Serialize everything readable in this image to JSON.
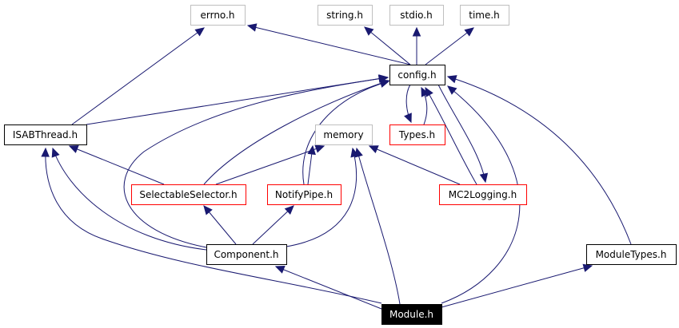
{
  "nodes": [
    {
      "id": "errno",
      "label": "errno.h",
      "style": "ext"
    },
    {
      "id": "string",
      "label": "string.h",
      "style": "ext"
    },
    {
      "id": "stdio",
      "label": "stdio.h",
      "style": "ext"
    },
    {
      "id": "time",
      "label": "time.h",
      "style": "ext"
    },
    {
      "id": "config",
      "label": "config.h",
      "style": "normal"
    },
    {
      "id": "isab",
      "label": "ISABThread.h",
      "style": "normal"
    },
    {
      "id": "memory",
      "label": "memory",
      "style": "ext"
    },
    {
      "id": "types",
      "label": "Types.h",
      "style": "red"
    },
    {
      "id": "selsel",
      "label": "SelectableSelector.h",
      "style": "red"
    },
    {
      "id": "notify",
      "label": "NotifyPipe.h",
      "style": "red"
    },
    {
      "id": "mc2",
      "label": "MC2Logging.h",
      "style": "red"
    },
    {
      "id": "component",
      "label": "Component.h",
      "style": "normal"
    },
    {
      "id": "modtypes",
      "label": "ModuleTypes.h",
      "style": "normal"
    },
    {
      "id": "module",
      "label": "Module.h",
      "style": "root"
    }
  ],
  "edges": [
    {
      "from": "config",
      "to": "errno"
    },
    {
      "from": "config",
      "to": "string"
    },
    {
      "from": "config",
      "to": "stdio"
    },
    {
      "from": "config",
      "to": "time"
    },
    {
      "from": "config",
      "to": "types"
    },
    {
      "from": "config",
      "to": "mc2"
    },
    {
      "from": "isab",
      "to": "errno"
    },
    {
      "from": "isab",
      "to": "config"
    },
    {
      "from": "types",
      "to": "config"
    },
    {
      "from": "mc2",
      "to": "config"
    },
    {
      "from": "mc2",
      "to": "memory"
    },
    {
      "from": "selsel",
      "to": "config"
    },
    {
      "from": "selsel",
      "to": "isab"
    },
    {
      "from": "selsel",
      "to": "memory"
    },
    {
      "from": "notify",
      "to": "config"
    },
    {
      "from": "notify",
      "to": "memory"
    },
    {
      "from": "component",
      "to": "isab"
    },
    {
      "from": "component",
      "to": "config"
    },
    {
      "from": "component",
      "to": "selsel"
    },
    {
      "from": "component",
      "to": "notify"
    },
    {
      "from": "component",
      "to": "memory"
    },
    {
      "from": "modtypes",
      "to": "config"
    },
    {
      "from": "module",
      "to": "component"
    },
    {
      "from": "module",
      "to": "modtypes"
    },
    {
      "from": "module",
      "to": "isab"
    },
    {
      "from": "module",
      "to": "memory"
    },
    {
      "from": "module",
      "to": "config"
    }
  ],
  "colors": {
    "edge": "#191970",
    "ext_border": "#bfbfbf",
    "normal_border": "#000000",
    "red_border": "#ff0000",
    "root_fill": "#000000",
    "root_text": "#ffffff",
    "text": "#000000"
  }
}
